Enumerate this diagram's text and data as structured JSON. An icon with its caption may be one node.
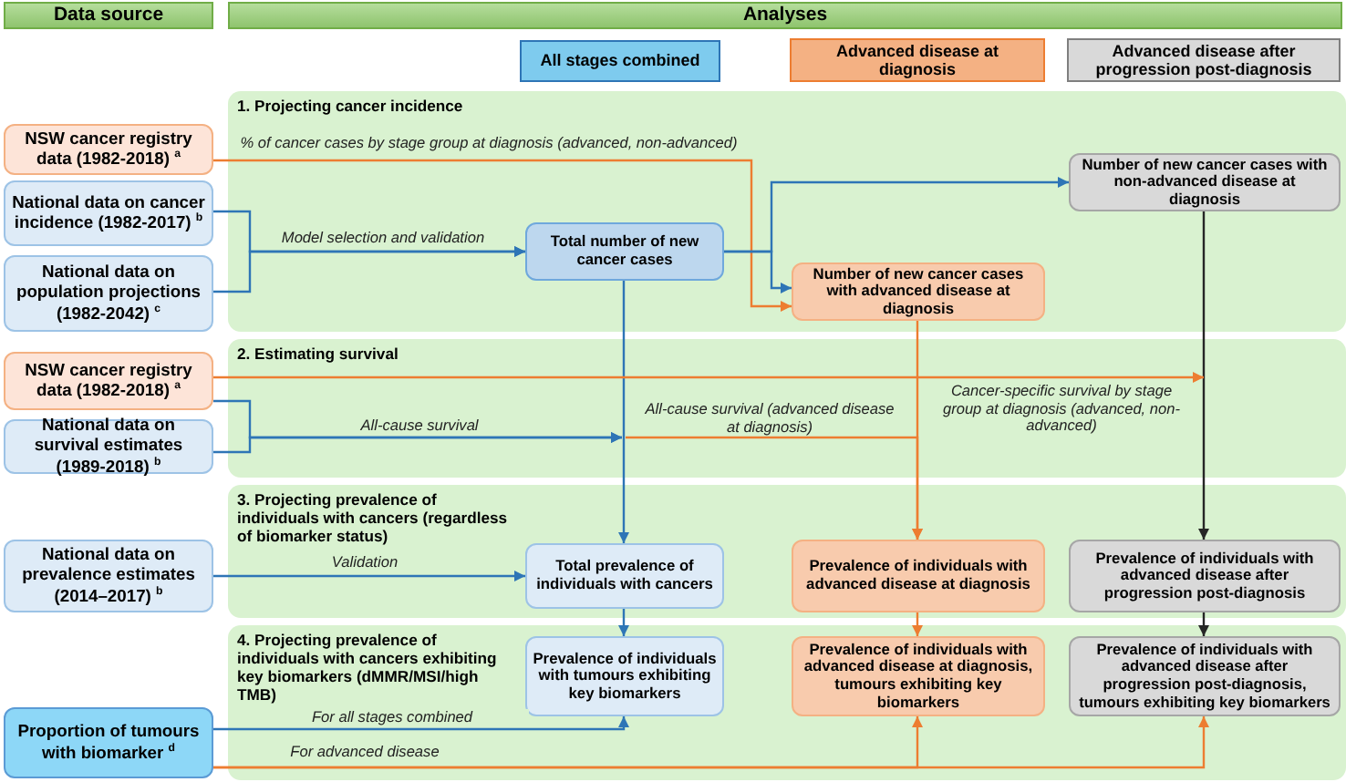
{
  "diagram": {
    "nodes": [
      {
        "text": [
          "Data source"
        ]
      },
      {
        "text": [
          "Analyses"
        ]
      },
      {
        "text": [
          "All stages combined"
        ]
      },
      {
        "text": [
          "Advanced disease at diagnosis"
        ]
      },
      {
        "text": [
          "Advanced disease after progression post-diagnosis"
        ]
      },
      {
        "text": [
          "NSW cancer registry data (1982-2018) $^{a}$"
        ]
      },
      {
        "text": [
          "National data on cancer incidence (1982-2017) $^{b}$"
        ]
      },
      {
        "text": [
          "National data on population projections (1982-2042) $^{c}$"
        ]
      },
      {
        "text": [
          "Total number of new cancer cases"
        ]
      },
      {
        "text": [
          "Number of new cancer cases with non-advanced disease at diagnosis"
        ]
      },
      {
        "text": [
          "Number of new cancer cases with advanced disease at diagnosis"
        ]
      },
      {
        "text": [
          "NSW cancer registry data (1982-2018) $^{a}$"
        ]
      },
      {
        "text": [
          "National data on survival estimates (1989-2018) $^{b}$"
        ]
      },
      {
        "text": [
          "National data on prevalence estimates (2014–2017) $^{b}$"
        ]
      },
      {
        "text": [
          "Total prevalence of individuals with cancers"
        ]
      },
      {
        "text": [
          "Prevalence of individuals with advanced disease at diagnosis"
        ]
      },
      {
        "text": [
          "Prevalence of individuals with advanced disease after progression post-diagnosis"
        ]
      },
      {
        "text": [
          "Proportion of tumours with biomarker $^{d}$"
        ]
      },
      {
        "text": [
          "Prevalence of individuals with tumours exhibiting key biomarkers"
        ]
      },
      {
        "text": [
          "Prevalence of individuals with advanced disease at diagnosis, tumours exhibiting key biomarkers"
        ]
      },
      {
        "text": [
          "Prevalence of individuals with advanced disease after progression post-diagnosis, tumours exhibiting key biomarkers"
        ]
      }
    ],
    "edges": [
      {
        "from": 5,
        "to": 10,
        "arrow": "to",
        "label": "% of cancer cases by stage group at diagnosis (advanced, non-advanced)",
        "color": "#ed7d31"
      },
      {
        "from": 6,
        "to": 8,
        "arrow": "to",
        "label": "Model selection and validation"
      },
      {
        "from": 7,
        "to": 8,
        "arrow": "to"
      },
      {
        "from": 8,
        "to": 9,
        "arrow": "to"
      },
      {
        "from": 8,
        "to": 10,
        "arrow": "to"
      },
      {
        "from": 8,
        "to": 14,
        "arrow": "to"
      },
      {
        "from": 9,
        "to": 16,
        "arrow": "to",
        "color": "#262626"
      },
      {
        "from": 10,
        "to": 15,
        "arrow": "to",
        "color": "#ed7d31"
      },
      {
        "from": 11,
        "to": null,
        "arrow": "to",
        "label": "Cancer-specific survival by stage group at diagnosis (advanced, non-advanced)",
        "color": "#ed7d31"
      },
      {
        "from": 11,
        "to": null,
        "arrow": "to",
        "label": "All-cause survival"
      },
      {
        "from": 12,
        "to": null,
        "arrow": "to"
      },
      {
        "from": null,
        "to": 15,
        "arrow": "to",
        "label": "All-cause survival (advanced disease at diagnosis)",
        "color": "#ed7d31"
      },
      {
        "from": 13,
        "to": 14,
        "arrow": "to",
        "label": "Validation"
      },
      {
        "from": 14,
        "to": 18,
        "arrow": "to"
      },
      {
        "from": 15,
        "to": 19,
        "arrow": "to",
        "color": "#ed7d31"
      },
      {
        "from": 16,
        "to": 20,
        "arrow": "to",
        "color": "#262626"
      },
      {
        "from": 17,
        "to": 18,
        "arrow": "to",
        "label": "For all stages combined"
      },
      {
        "from": 17,
        "to": 19,
        "arrow": "to",
        "label": "For advanced disease",
        "color": "#ed7d31"
      },
      {
        "from": 17,
        "to": 20,
        "arrow": "to",
        "color": "#ed7d31"
      }
    ],
    "labels": [
      "1. Projecting cancer incidence",
      "2. Estimating survival",
      "3. Projecting prevalence of individuals with cancers (regardless of biomarker status)",
      "4. Projecting prevalence of individuals with cancers exhibiting key biomarkers (dMMR/MSI/high TMB)"
    ]
  }
}
